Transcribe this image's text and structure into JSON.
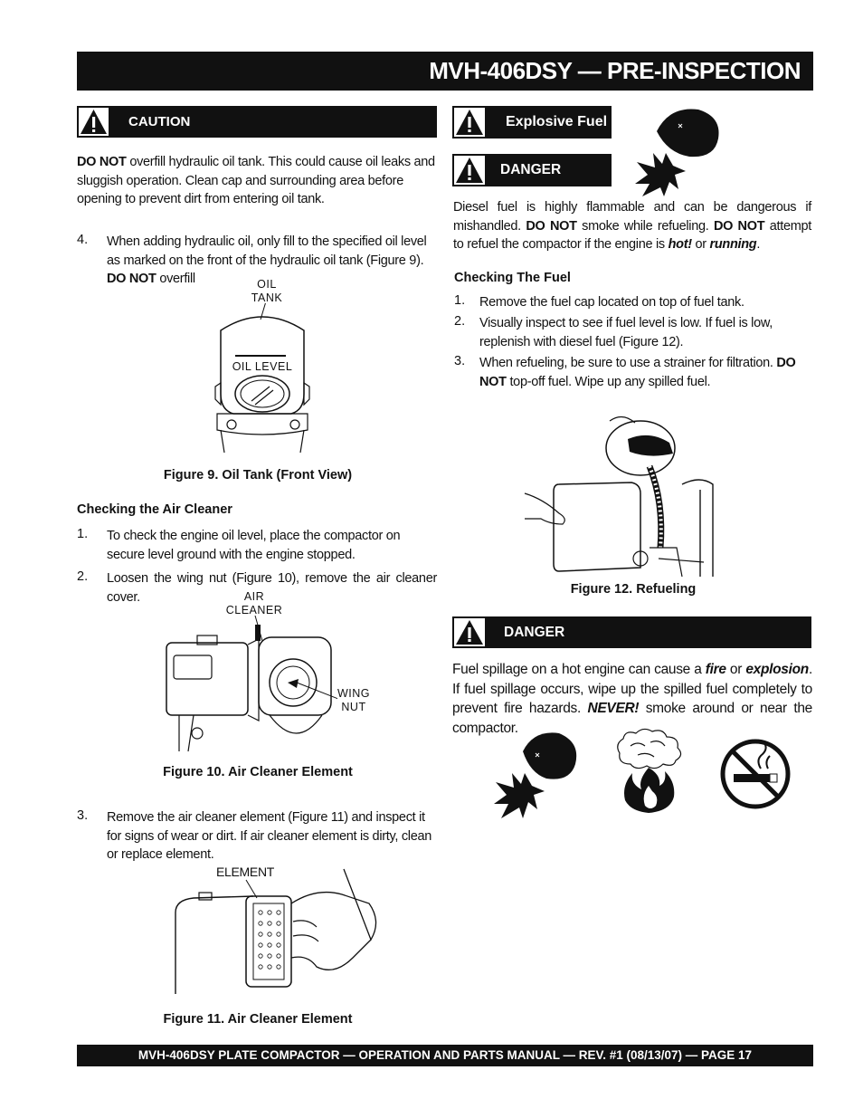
{
  "header": {
    "title": "MVH-406DSY — PRE-INSPECTION"
  },
  "caution_box": {
    "label": "CAUTION"
  },
  "caution_text": {
    "bold": "DO NOT",
    "rest": " overfill  hydraulic oil tank.  This could cause oil leaks and sluggish operation. Clean cap and surrounding area before opening to prevent  dirt from entering oil tank."
  },
  "step4": {
    "num": "4.",
    "text1": "When adding hydraulic oil, only fill to the specified oil level as marked on the front of the hydraulic oil tank (Figure 9). ",
    "bold": "DO NOT",
    "text2": " overfill"
  },
  "figure9": {
    "label_top_line1": "OIL",
    "label_top_line2": "TANK",
    "label_level": "OIL LEVEL",
    "caption": "Figure  9.  Oil Tank (Front View)"
  },
  "air_cleaner_section": {
    "heading": "Checking the Air Cleaner",
    "items": [
      {
        "num": "1.",
        "text": "To check the engine oil level, place the compactor on secure level ground with the engine stopped."
      },
      {
        "num": "2.",
        "text": "Loosen the wing nut (Figure 10), remove the air cleaner cover."
      }
    ]
  },
  "figure10": {
    "label_air_line1": "AIR",
    "label_air_line2": "CLEANER",
    "label_wing_line1": "WING",
    "label_wing_line2": "NUT",
    "caption": "Figure  10.  Air Cleaner Element"
  },
  "step3": {
    "num": "3.",
    "text": "Remove the air cleaner element  (Figure 11) and inspect it for signs of wear or dirt. If air cleaner element is dirty, clean or replace element."
  },
  "figure11": {
    "label": "ELEMENT",
    "caption": "Figure  11.  Air Cleaner Element"
  },
  "explosive_box": {
    "label": "Explosive Fuel"
  },
  "danger_box_1": {
    "label": "DANGER"
  },
  "diesel_text": {
    "t1": "Diesel fuel is highly flammable and can be dangerous if mishandled. ",
    "b1": "DO NOT",
    "t2": " smoke while refueling. ",
    "b2": "DO NOT",
    "t3": " attempt to refuel the compactor if the engine is ",
    "bi1": "hot!",
    "t4": " or ",
    "bi2": "running",
    "t5": "."
  },
  "fuel_section": {
    "heading": "Checking The Fuel",
    "item1": {
      "num": "1.",
      "text": "Remove the fuel cap located on top of fuel tank."
    },
    "item2": {
      "num": "2.",
      "text": "Visually inspect to see if fuel level is low.  If fuel is  low, replenish with diesel fuel (Figure 12)."
    },
    "item3": {
      "num": "3.",
      "text": "When refueling, be sure to use a strainer for filtration. ",
      "bold": "DO NOT",
      "text2": " top-off fuel. Wipe up any spilled fuel."
    }
  },
  "figure12": {
    "caption": "Figure  12.  Refueling"
  },
  "danger_box_2": {
    "label": "DANGER"
  },
  "spill_text": {
    "t1": "Fuel spillage on a hot engine can cause a ",
    "bi1": "fire",
    "t2": " or ",
    "bi2": "explosion",
    "t3": ". If fuel spillage occurs, wipe up the spilled fuel completely to prevent fire hazards. ",
    "bi3": "NEVER!",
    "t4": " smoke around or near the compactor."
  },
  "footer": {
    "text": "MVH-406DSY PLATE COMPACTOR — OPERATION AND PARTS MANUAL — REV. #1  (08/13/07) — PAGE 17"
  },
  "icons": [
    "warning-triangle-icon",
    "explosion-icon",
    "fire-icon",
    "no-smoking-icon"
  ]
}
